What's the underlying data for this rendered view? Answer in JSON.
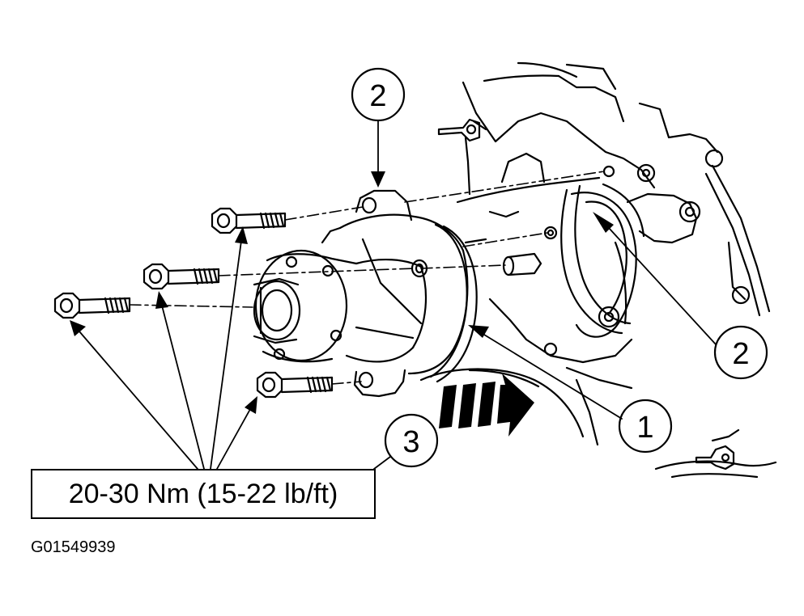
{
  "callouts": {
    "water_pump": "1",
    "gasket_top": "2",
    "gasket_right": "2",
    "bolt_lower": "3"
  },
  "torque_spec": "20-30 Nm (15-22 lb/ft)",
  "figure_id": "G01549939"
}
